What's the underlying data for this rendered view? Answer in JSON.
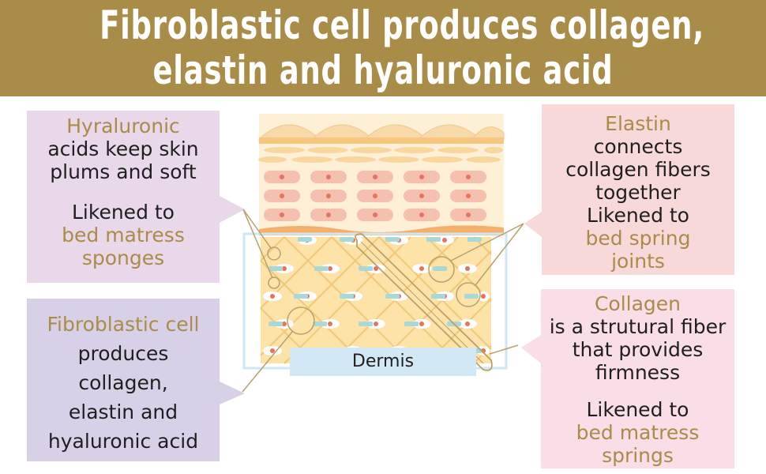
{
  "title": {
    "line1": "Fibroblastic cell produces collagen,",
    "line2": "elastin and hyaluronic acid"
  },
  "hyaluronic_box": {
    "heading": "Hyraluronic",
    "line1": "acids keep skin",
    "line2": "plums and soft",
    "liken": "Likened to",
    "gold1": "bed matress",
    "gold2": "sponges"
  },
  "fibroblast_box": {
    "heading": "Fibroblastic cell",
    "line1": "produces",
    "line2": "collagen,",
    "line3": "elastin and",
    "line4": "hyaluronic acid"
  },
  "elastin_box": {
    "heading": "Elastin",
    "line1": "connects",
    "line2": "collagen fibers",
    "line3": "together",
    "liken": "Likened to",
    "gold1": "bed spring",
    "gold2": "joints"
  },
  "collagen_box": {
    "heading": "Collagen",
    "line1": "is a strutural fiber",
    "line2": "that provides",
    "line3": "firmness",
    "liken": "Likened to",
    "gold1": "bed matress",
    "gold2": "springs"
  },
  "diagram": {
    "dermis_label": "Dermis"
  },
  "colors": {
    "banner": "#a98c48",
    "gold_text": "#a98c48",
    "hyaluronic_box": "#e8d8e9",
    "fibroblast_box": "#d8d0e7",
    "elastin_box": "#f8d9d9",
    "collagen_box": "#f9dde7",
    "dermis_label_bg": "#d2e9f5"
  }
}
